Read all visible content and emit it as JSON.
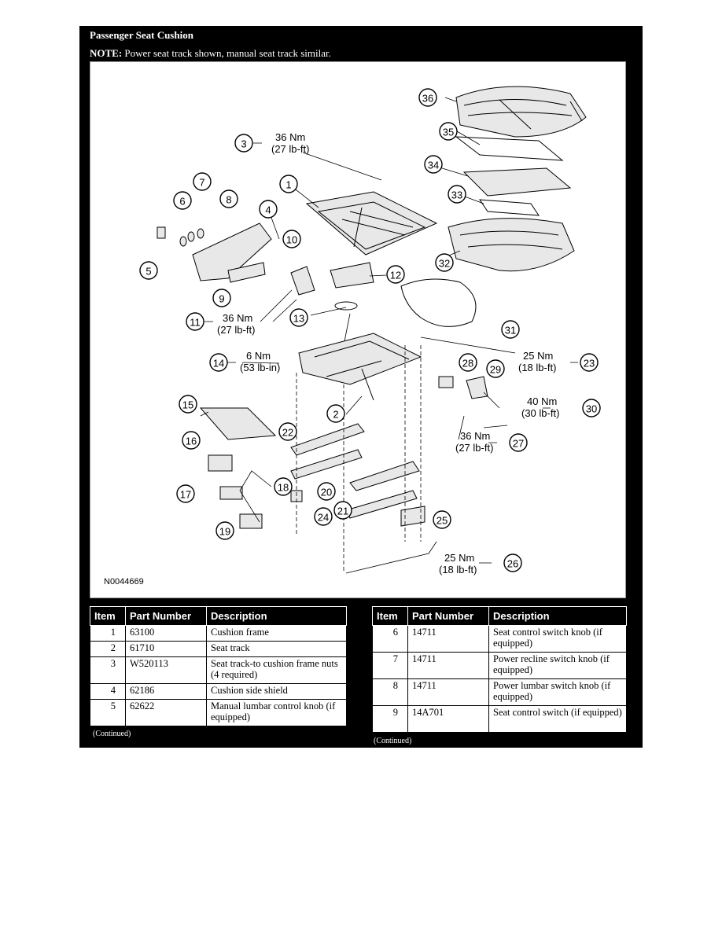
{
  "header": {
    "title": "Passenger Seat Cushion",
    "note_label": "NOTE:",
    "note_text": " Power seat track shown, manual seat track similar."
  },
  "diagram": {
    "figure_id": "N0044669",
    "callouts": [
      "1",
      "2",
      "3",
      "4",
      "5",
      "6",
      "7",
      "8",
      "9",
      "10",
      "11",
      "12",
      "13",
      "14",
      "15",
      "16",
      "17",
      "18",
      "19",
      "20",
      "21",
      "22",
      "23",
      "24",
      "25",
      "26",
      "27",
      "28",
      "29",
      "30",
      "31",
      "32",
      "33",
      "34",
      "35",
      "36"
    ],
    "torques": {
      "t3": [
        "36 Nm",
        "(27 lb-ft)"
      ],
      "t11": [
        "36 Nm",
        "(27 lb-ft)"
      ],
      "t14": [
        "6 Nm",
        "(53 lb-in)"
      ],
      "t23": [
        "25 Nm",
        "(18 lb-ft)"
      ],
      "t30": [
        "40 Nm",
        "(30 lb-ft)"
      ],
      "t27": [
        "36 Nm",
        "(27 lb-ft)"
      ],
      "t26": [
        "25 Nm",
        "(18 lb-ft)"
      ]
    }
  },
  "tables": {
    "headers": [
      "Item",
      "Part Number",
      "Description"
    ],
    "left": [
      {
        "item": "1",
        "part": "63100",
        "desc": "Cushion frame"
      },
      {
        "item": "2",
        "part": "61710",
        "desc": "Seat track"
      },
      {
        "item": "3",
        "part": "W520113",
        "desc": "Seat track-to cushion frame nuts (4 required)"
      },
      {
        "item": "4",
        "part": "62186",
        "desc": "Cushion side shield"
      },
      {
        "item": "5",
        "part": "62622",
        "desc": "Manual lumbar control knob (if equipped)"
      }
    ],
    "right": [
      {
        "item": "6",
        "part": "14711",
        "desc": "Seat control switch knob (if equipped)"
      },
      {
        "item": "7",
        "part": "14711",
        "desc": "Power recline switch knob (if equipped)"
      },
      {
        "item": "8",
        "part": "14711",
        "desc": "Power lumbar switch knob (if equipped)"
      },
      {
        "item": "9",
        "part": "14A701",
        "desc": "Seat control switch (if equipped)"
      }
    ],
    "continued": "(Continued)"
  }
}
